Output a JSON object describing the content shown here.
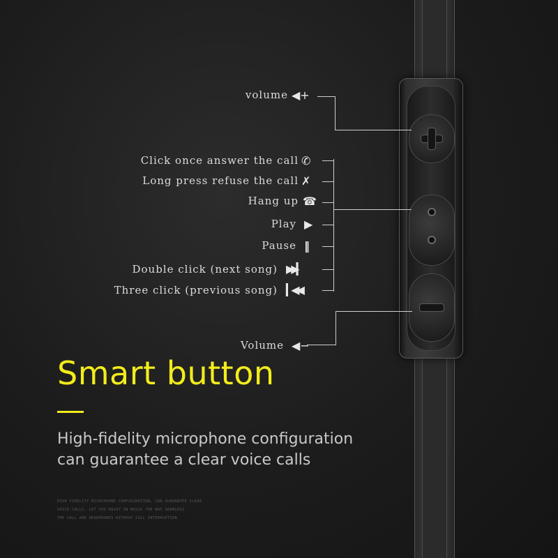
{
  "callouts": {
    "volume_up": "volume",
    "answer": "Click once answer the call",
    "refuse": "Long press refuse the call",
    "hang_up": "Hang up",
    "play": "Play",
    "pause": "Pause",
    "next": "Double click (next song)",
    "previous": "Three click (previous song)",
    "volume_down": "Volume"
  },
  "headline": "Smart button",
  "subtitle_line1": "High-fidelity microphone configuration",
  "subtitle_line2": "can guarantee a clear voice calls",
  "fine_print": {
    "line1": "HIGH FIDELITY MICROPHONE CONFIGURATION, CAN GUARANTEE CLEAR",
    "line2": "VOICE CALLS. LET YOU ENJOY IN MUSIC THE WAY SEAMLESS",
    "line3": "THE CALL AND HEADPHONES WITHOUT CALL INTERRUPTION"
  },
  "colors": {
    "accent": "#f2ec1c",
    "background": "#1c1c1c"
  },
  "icons": [
    "speaker-plus-icon",
    "phone-answer-icon",
    "phone-refuse-icon",
    "hang-up-icon",
    "play-icon",
    "pause-icon",
    "next-track-icon",
    "previous-track-icon",
    "speaker-minus-icon"
  ]
}
